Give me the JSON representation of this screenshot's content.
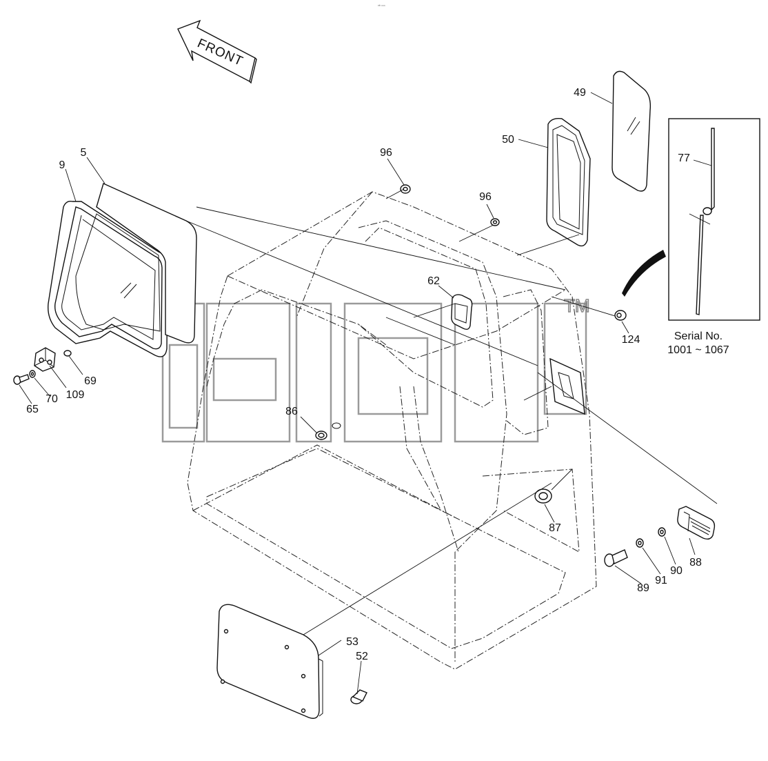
{
  "header_mark": "ᵒᵇ ⁿⁿⁿ",
  "front_arrow_label": "FRONT",
  "watermark": {
    "text": "TM"
  },
  "serial_box": {
    "line1": "Serial No.",
    "line2": "1001 ~ 1067"
  },
  "callouts": [
    {
      "id": "c49",
      "text": "49"
    },
    {
      "id": "c50",
      "text": "50"
    },
    {
      "id": "c96a",
      "text": "96"
    },
    {
      "id": "c96b",
      "text": "96"
    },
    {
      "id": "c77",
      "text": "77"
    },
    {
      "id": "c9",
      "text": "9"
    },
    {
      "id": "c5",
      "text": "5"
    },
    {
      "id": "c62",
      "text": "62"
    },
    {
      "id": "c124",
      "text": "124"
    },
    {
      "id": "c69",
      "text": "69"
    },
    {
      "id": "c109",
      "text": "109"
    },
    {
      "id": "c70",
      "text": "70"
    },
    {
      "id": "c65",
      "text": "65"
    },
    {
      "id": "c86",
      "text": "86"
    },
    {
      "id": "c87",
      "text": "87"
    },
    {
      "id": "c88",
      "text": "88"
    },
    {
      "id": "c90",
      "text": "90"
    },
    {
      "id": "c91",
      "text": "91"
    },
    {
      "id": "c89",
      "text": "89"
    },
    {
      "id": "c53",
      "text": "53"
    },
    {
      "id": "c52",
      "text": "52"
    }
  ]
}
